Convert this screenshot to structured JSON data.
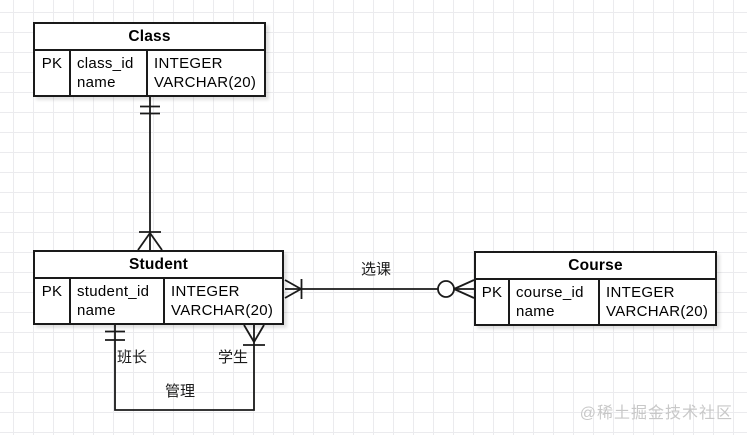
{
  "tables": {
    "class": {
      "title": "Class",
      "pk": "PK",
      "fields": [
        "class_id",
        "name"
      ],
      "types": [
        "INTEGER",
        "VARCHAR(20)"
      ]
    },
    "student": {
      "title": "Student",
      "pk": "PK",
      "fields": [
        "student_id",
        "name"
      ],
      "types": [
        "INTEGER",
        "VARCHAR(20)"
      ]
    },
    "course": {
      "title": "Course",
      "pk": "PK",
      "fields": [
        "course_id",
        "name"
      ],
      "types": [
        "INTEGER",
        "VARCHAR(20)"
      ]
    }
  },
  "labels": {
    "select_course": "选课",
    "monitor": "班长",
    "student_role": "学生",
    "manage": "管理"
  },
  "watermark": "@稀土掘金技术社区",
  "colors": {
    "stroke": "#1a1a1a",
    "grid": "#ebebee",
    "watermark_text": "#c8c8c8",
    "background": "#ffffff"
  }
}
